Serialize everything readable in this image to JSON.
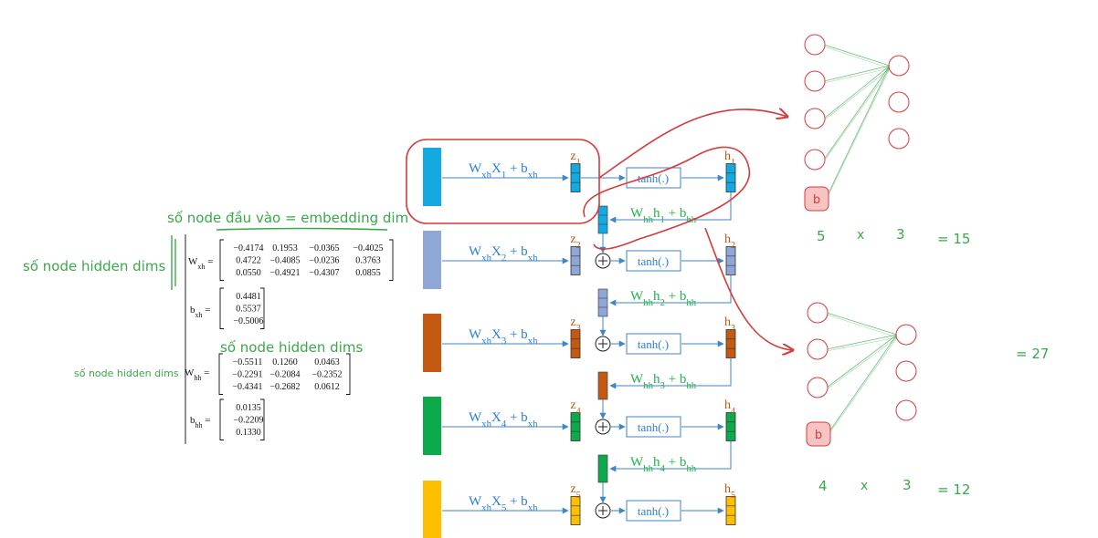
{
  "colors": {
    "step1": "#14a9e0",
    "step2": "#8ea7d6",
    "step3": "#c45a12",
    "step4": "#0caa4a",
    "step5": "#fdbf00",
    "link_blue": "#3f86c6",
    "formula_blue": "#2a7fd0",
    "recur_green": "#21b24a",
    "z_label": "#b05a14",
    "annot_green": "#3aa84a",
    "annot_red": "#d23c3c",
    "bias_fill": "#f7c4c4"
  },
  "left_annotations": {
    "input_nodes": "số node đầu vào = embedding dim",
    "hidden_dims_outer": "số node hidden dims",
    "hidden_dims_inner": "số node hidden dims",
    "hidden_dims_small": "số node hidden dims"
  },
  "matrices": {
    "wxh": {
      "label": "W",
      "sub": "xh",
      "rows": [
        [
          "−0.4174",
          "0.1953",
          "−0.0365",
          "−0.4025"
        ],
        [
          "0.4722",
          "−0.4085",
          "−0.0236",
          "0.3763"
        ],
        [
          "0.0550",
          "−0.4921",
          "−0.4307",
          "0.0855"
        ]
      ]
    },
    "bxh": {
      "label": "b",
      "sub": "xh",
      "rows": [
        [
          "0.4481"
        ],
        [
          "0.5537"
        ],
        [
          "−0.5006"
        ]
      ]
    },
    "whh": {
      "label": "W",
      "sub": "hh",
      "rows": [
        [
          "−0.5511",
          "0.1260",
          "0.0463"
        ],
        [
          "−0.2291",
          "−0.2084",
          "−0.2352"
        ],
        [
          "−0.4341",
          "−0.2682",
          "0.0612"
        ]
      ]
    },
    "bhh": {
      "label": "b",
      "sub": "hh",
      "rows": [
        [
          "0.0135"
        ],
        [
          "−0.2209"
        ],
        [
          "0.1330"
        ]
      ]
    }
  },
  "rnn": {
    "tanh_label": "tanh(.)",
    "steps": [
      {
        "index": "1",
        "color_key": "step1"
      },
      {
        "index": "2",
        "color_key": "step2"
      },
      {
        "index": "3",
        "color_key": "step3"
      },
      {
        "index": "4",
        "color_key": "step4"
      },
      {
        "index": "5",
        "color_key": "step5"
      }
    ],
    "input_formula": {
      "w": "W",
      "w_sub": "xh",
      "x": "X",
      "plus": "+ b",
      "b_sub": "xh"
    },
    "recurrent_formula": {
      "w": "W",
      "w_sub": "hh",
      "h": "h",
      "plus": "+ b",
      "b_sub": "hh"
    },
    "z_letter": "z",
    "h_letter": "h"
  },
  "networks": {
    "top": {
      "bias": "b",
      "a": "5",
      "x": "x",
      "b": "3",
      "result": "= 15"
    },
    "bottom": {
      "bias": "b",
      "a": "4",
      "x": "x",
      "b": "3",
      "result": "= 12"
    },
    "total": "= 27"
  }
}
